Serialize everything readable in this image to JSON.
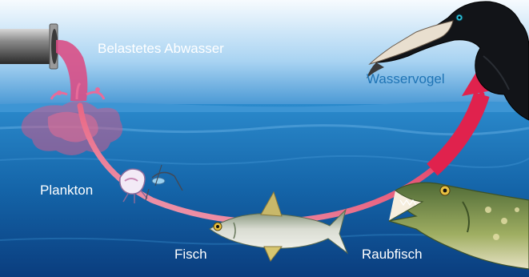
{
  "labels": {
    "polluted_wastewater": "Belastetes Abwasser",
    "water_bird": "Wasservogel",
    "plankton": "Plankton",
    "fish": "Fisch",
    "predatory_fish": "Raubfisch"
  },
  "icons": [
    "drain-pipe-icon",
    "cormorant-icon",
    "plankton-icon",
    "fish-icon",
    "pike-icon",
    "pollutant-arrow-icon"
  ],
  "colors": {
    "sky_top": "#f4f9fd",
    "sky_bottom": "#3a8fd0",
    "water_top": "#2a86c9",
    "water_bottom": "#0a3d7e",
    "pollutant": "#e0305a",
    "bird_label": "#1f74b5"
  }
}
